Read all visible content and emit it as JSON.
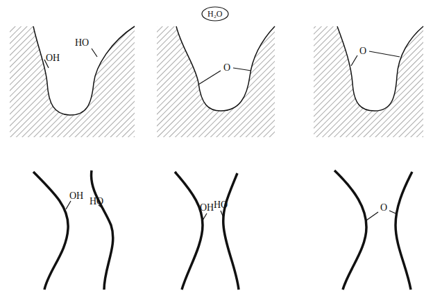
{
  "diagram": {
    "nodes": [
      {
        "text": [
          "H₂O"
        ]
      }
    ],
    "labels": [
      "HO",
      "OH",
      "O",
      "O",
      "OH",
      "HO",
      "OH",
      "HO",
      "O"
    ]
  }
}
